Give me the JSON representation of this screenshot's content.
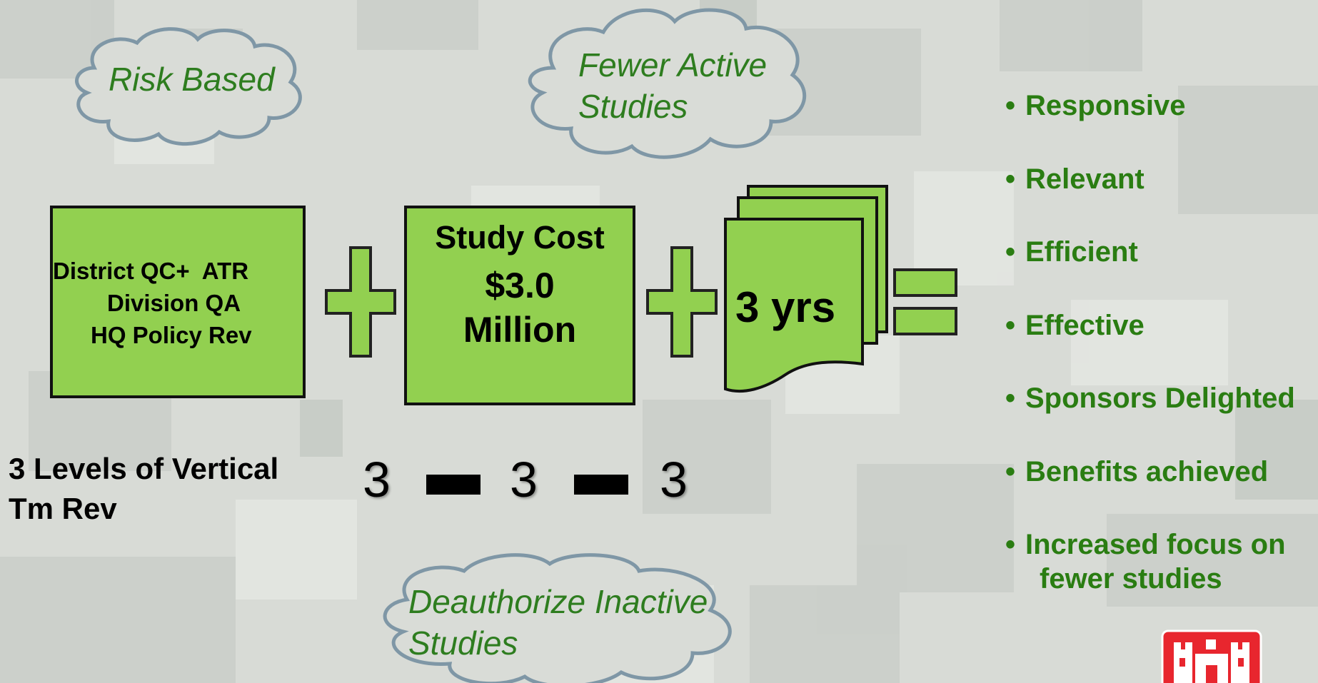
{
  "clouds": {
    "risk_based": "Risk Based",
    "fewer_active_line1": "Fewer Active",
    "fewer_active_line2": "Studies",
    "deauthorize_line1": "Deauthorize Inactive",
    "deauthorize_line2": "Studies"
  },
  "review_box": {
    "line1": "District QC+  ATR",
    "line2": "Division QA",
    "line3": "HQ Policy Rev"
  },
  "cost_box": {
    "title": "Study Cost",
    "amount": "$3.0",
    "unit": "Million"
  },
  "duration_doc": {
    "label": "3 yrs"
  },
  "levels_caption": {
    "line1": "3 Levels of Vertical",
    "line2": "Tm Rev"
  },
  "formula": {
    "a": "3",
    "b": "3",
    "c": "3"
  },
  "outcomes": [
    "Responsive",
    "Relevant",
    "Efficient",
    "Effective",
    "Sponsors Delighted",
    "Benefits achieved"
  ],
  "outcome_last": {
    "line1": "Increased focus on",
    "line2": "fewer studies"
  },
  "bullet_char": "•",
  "colors": {
    "box_fill": "#92d050",
    "accent_text": "#2a7d12",
    "cloud_stroke": "#7f97a6",
    "logo_red": "#e8262e"
  },
  "icons": {
    "logo": "castle-logo-icon"
  }
}
